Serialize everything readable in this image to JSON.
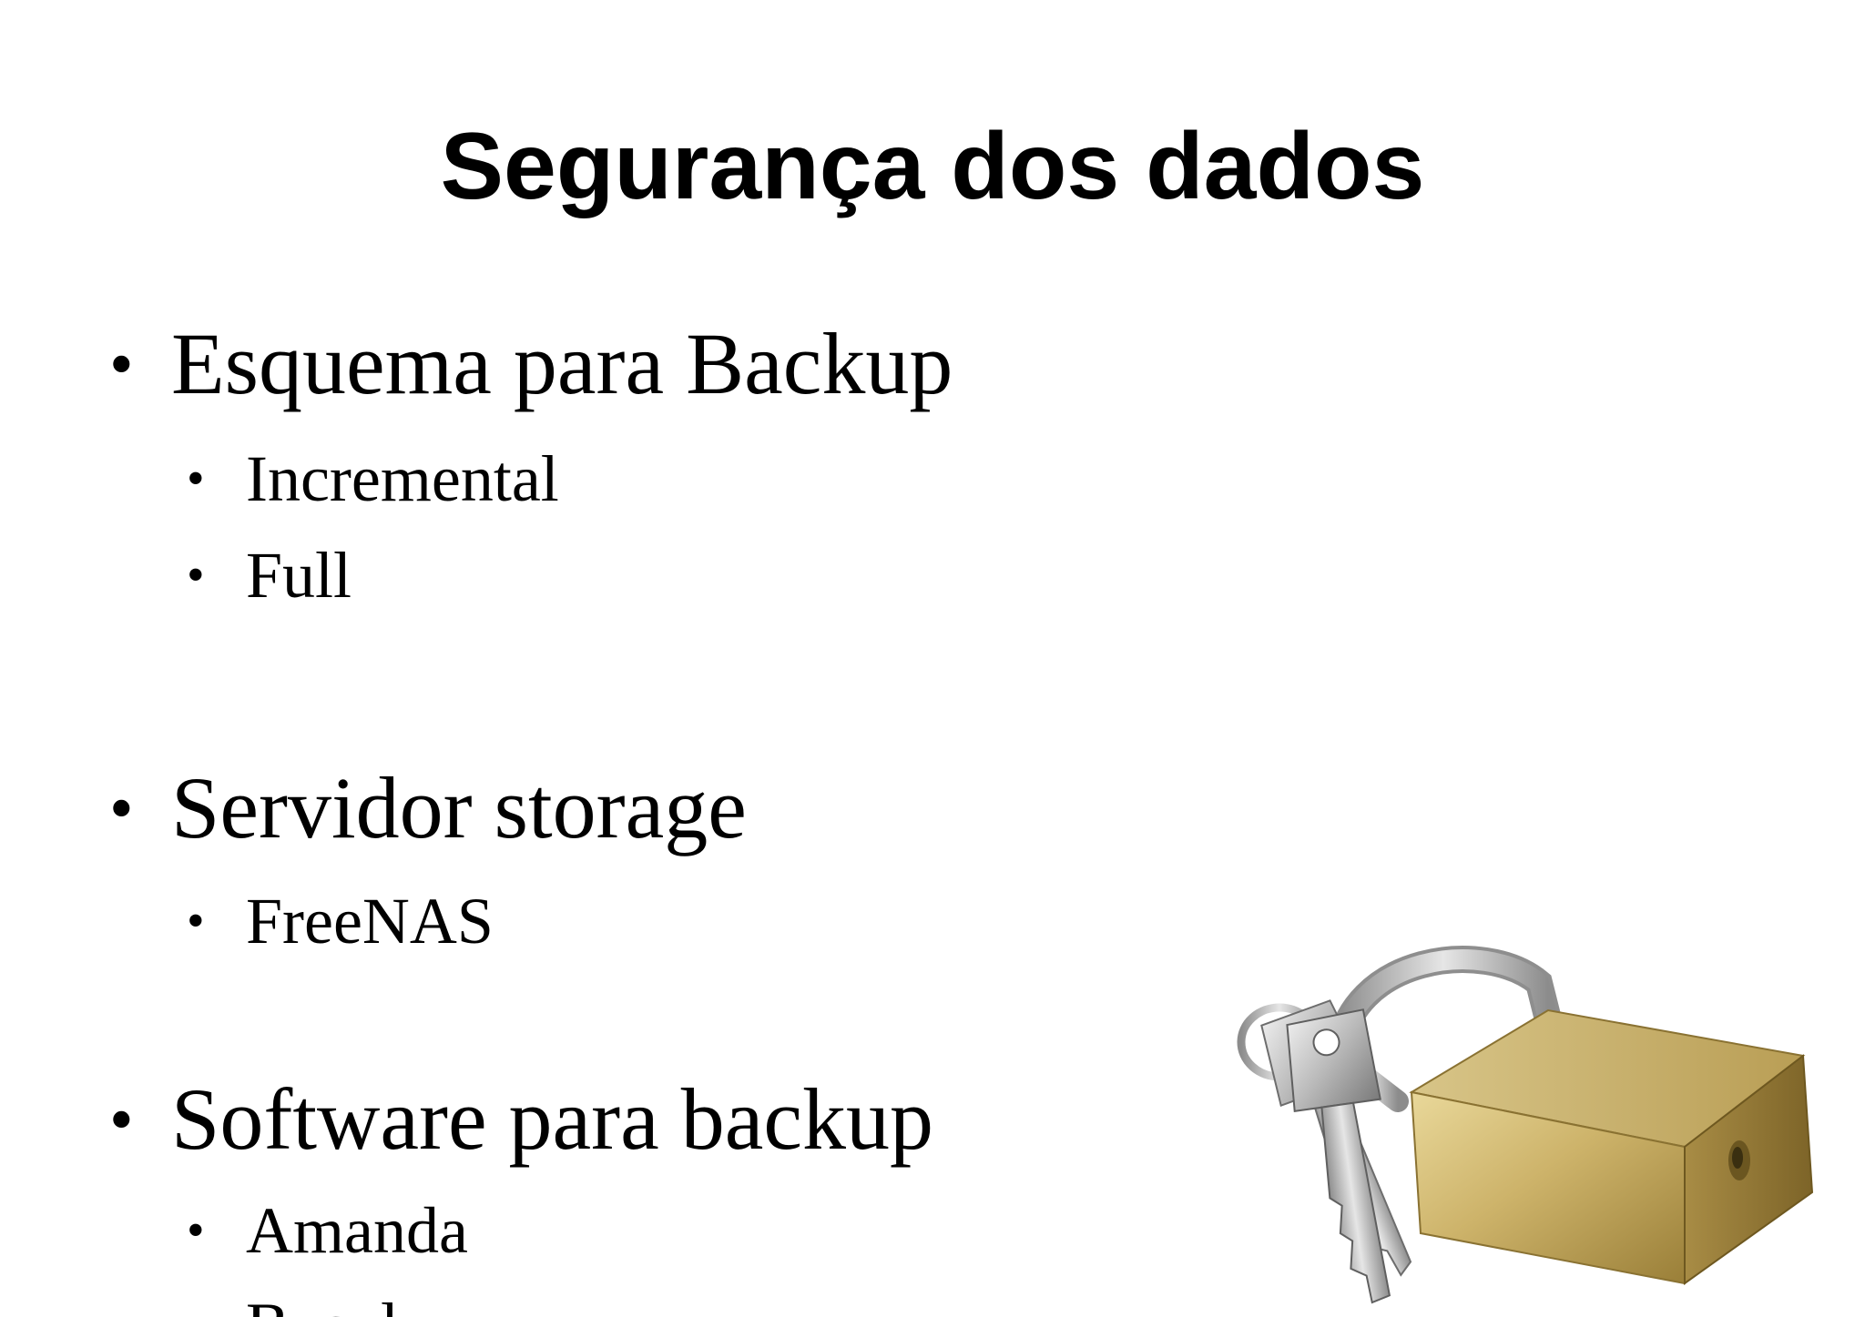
{
  "slide": {
    "title": "Segurança dos dados",
    "bullet_char": "•",
    "sections": [
      {
        "heading": "Esquema para Backup",
        "items": [
          "Incremental",
          "Full"
        ]
      },
      {
        "heading": "Servidor storage",
        "items": [
          "FreeNAS"
        ]
      },
      {
        "heading": "Software para backup",
        "items": [
          "Amanda",
          "Bacula"
        ]
      }
    ]
  },
  "image": {
    "icon": "padlock-with-keys-icon"
  }
}
